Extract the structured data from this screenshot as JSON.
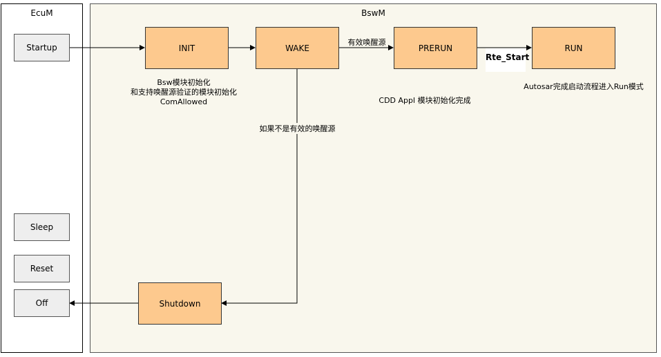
{
  "containers": {
    "ecum": {
      "title": "EcuM"
    },
    "bswm": {
      "title": "BswM"
    }
  },
  "nodes": {
    "startup": "Startup",
    "sleep": "Sleep",
    "reset": "Reset",
    "off": "Off",
    "init": "INIT",
    "wake": "WAKE",
    "prerun": "PRERUN",
    "run": "RUN",
    "shutdown": "Shutdown"
  },
  "labels": {
    "init_note_line1": "Bsw模块初始化",
    "init_note_line2": "和支持唤醒源验证的模块初始化",
    "init_note_line3": "ComAllowed",
    "wake_to_prerun": "有效唤醒源",
    "prerun_to_run": "Rte_Start",
    "prerun_note": "CDD  Appl 模块初始化完成",
    "run_note": "Autosar完成启动流程进入Run模式",
    "wake_to_shutdown": "如果不是有效的唤醒源"
  },
  "colors": {
    "state_fill": "#fdc98e",
    "ecum_state_fill": "#eeeeee",
    "bswm_background": "#f9f7ed"
  }
}
